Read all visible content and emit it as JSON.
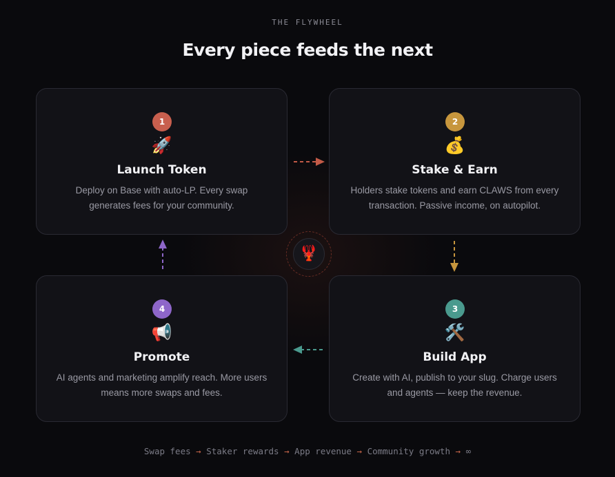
{
  "header": {
    "eyebrow": "THE FLYWHEEL",
    "title": "Every piece feeds the next"
  },
  "steps": [
    {
      "number": "1",
      "icon": "rocket-icon",
      "emoji": "🚀",
      "title": "Launch Token",
      "description": "Deploy on Base with auto-LP. Every swap generates fees for your community.",
      "color": "#c85f4e"
    },
    {
      "number": "2",
      "icon": "money-bag-icon",
      "emoji": "💰",
      "title": "Stake & Earn",
      "description": "Holders stake tokens and earn CLAWS from every transaction. Passive income, on autopilot.",
      "color": "#c7963d"
    },
    {
      "number": "3",
      "icon": "hammer-wrench-icon",
      "emoji": "🛠️",
      "title": "Build App",
      "description": "Create with AI, publish to your slug. Charge users and agents — keep the revenue.",
      "color": "#4a9a8e"
    },
    {
      "number": "4",
      "icon": "megaphone-icon",
      "emoji": "📢",
      "title": "Promote",
      "description": "AI agents and marketing amplify reach. More users means more swaps and fees.",
      "color": "#8e66c9"
    }
  ],
  "hub": {
    "icon": "lobster-icon",
    "emoji": "🦞"
  },
  "footer": {
    "items": [
      "Swap fees",
      "Staker rewards",
      "App revenue",
      "Community growth",
      "∞"
    ],
    "separator": "→"
  }
}
